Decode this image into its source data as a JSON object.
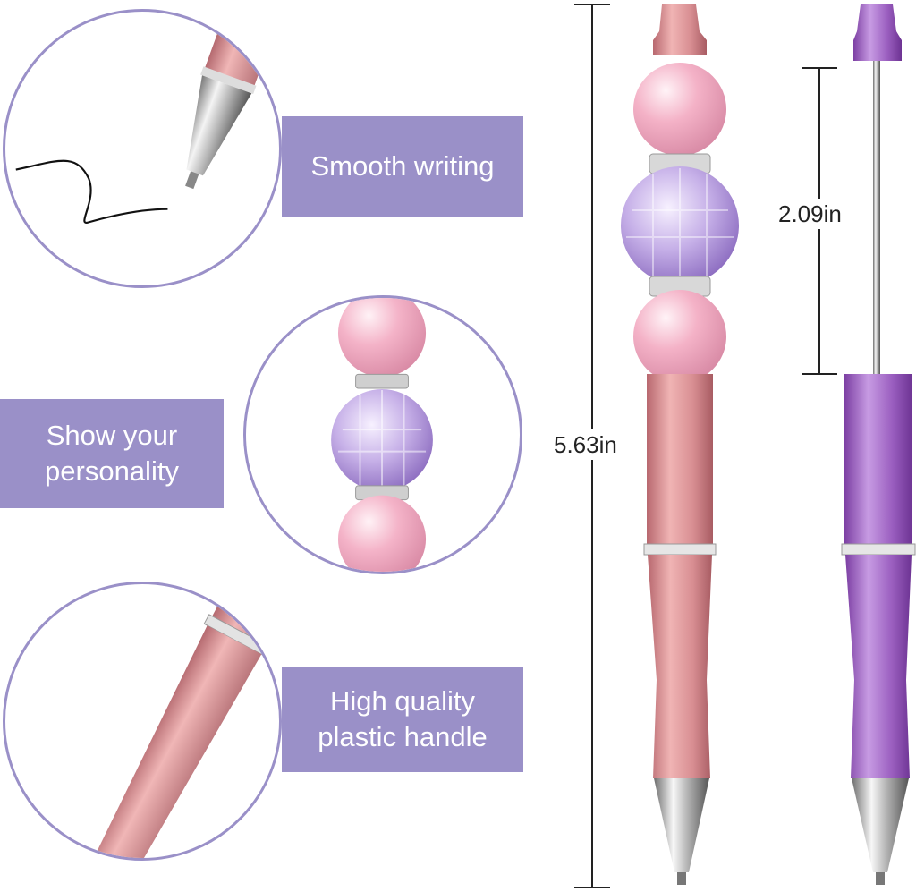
{
  "features": [
    {
      "lines": [
        "Smooth writing"
      ]
    },
    {
      "lines": [
        "Show your",
        "personality"
      ]
    },
    {
      "lines": [
        "High quality",
        "plastic handle"
      ]
    }
  ],
  "dimensions": {
    "total_length": "5.63in",
    "rod_length": "2.09in"
  },
  "colors": {
    "label_background": "#9a90c8",
    "circle_border": "#9a90c8",
    "pen_pink": "#d98f93",
    "pen_purple": "#9b5fc0",
    "bead_pink": "#f2b8c8",
    "bead_crystal": "#c9b6e6"
  }
}
